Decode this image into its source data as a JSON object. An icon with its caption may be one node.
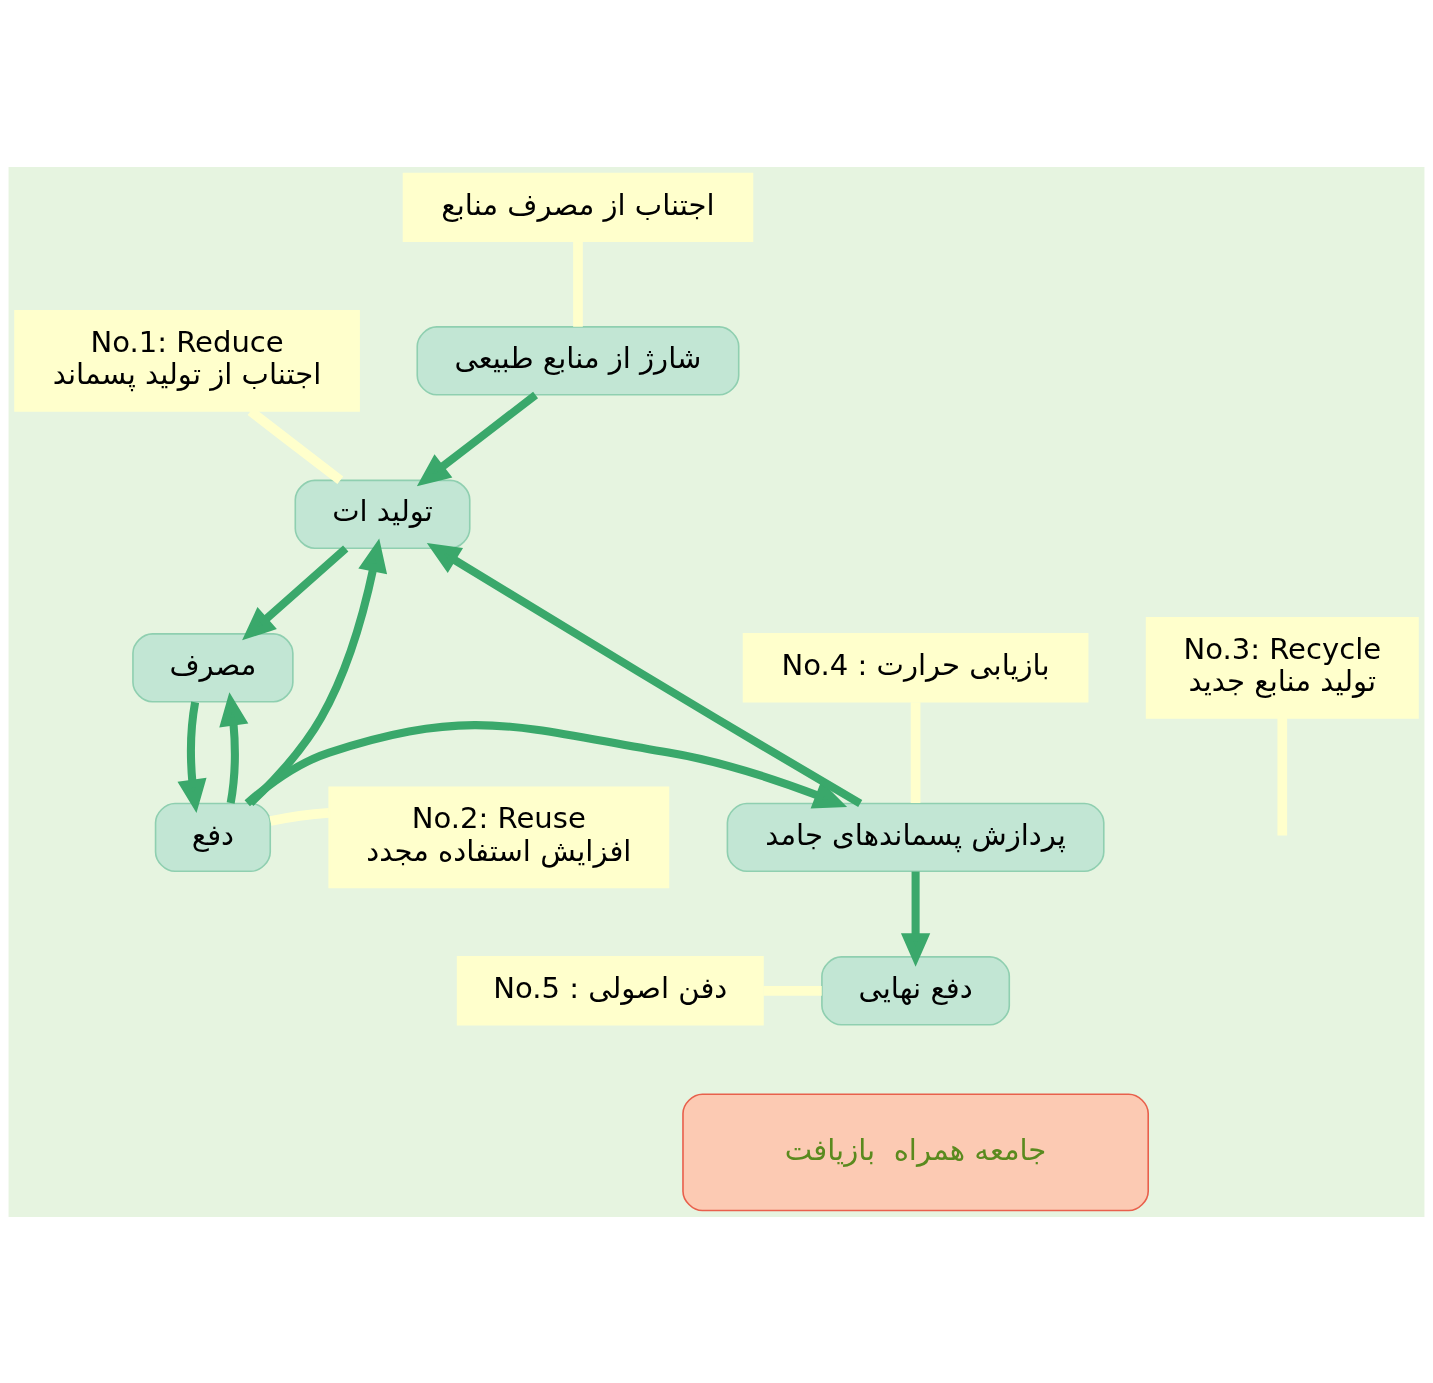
{
  "diagram": {
    "nodes": [
      {
        "text": [
          "No.1: Reduce",
          "اجتناب از تولید پسماند"
        ]
      },
      {
        "text": [
          "شارژ از منابع طبیعی"
        ]
      },
      {
        "text": [
          "تولید ات"
        ]
      },
      {
        "text": [
          "اجتناب از مصرف منابع"
        ]
      },
      {
        "text": [
          "No.3: Recycle",
          "تولید منابع جدید"
        ]
      },
      {
        "text": [
          "مصرف"
        ]
      },
      {
        "text": [
          "دفع"
        ]
      },
      {
        "text": [
          "پردازش پسماندهای جامد"
        ]
      },
      {
        "text": [
          "No.2: Reuse",
          "افزایش استفاده مجدد"
        ]
      },
      {
        "text": [
          "No.4 : بازیابی حرارت"
        ]
      },
      {
        "text": [
          "دفع نهایی"
        ]
      },
      {
        "text": [
          "No.5 : دفن اصولی"
        ]
      },
      {
        "text": [
          "جامعه همراه  بازیافت"
        ]
      }
    ],
    "edges": [
      {
        "from": 1,
        "to": 2,
        "arrow": "to"
      },
      {
        "from": 7,
        "to": 2,
        "arrow": "to"
      },
      {
        "from": 2,
        "to": 5,
        "arrow": "to"
      },
      {
        "from": 5,
        "to": 6,
        "arrow": "to"
      },
      {
        "from": 6,
        "to": 5,
        "arrow": "to"
      },
      {
        "from": 6,
        "to": 2,
        "arrow": "to"
      },
      {
        "from": 6,
        "to": 7,
        "arrow": "to"
      },
      {
        "from": 7,
        "to": 10,
        "arrow": "to"
      },
      {
        "from": 0,
        "to": 2,
        "arrow": "none",
        "color": "#ffffcc"
      },
      {
        "from": 3,
        "to": 1,
        "arrow": "none",
        "color": "#ffffcc"
      },
      {
        "from": 4,
        "to": null,
        "arrow": "none",
        "color": "#ffffcc"
      },
      {
        "from": 8,
        "to": 6,
        "arrow": "none",
        "color": "#ffffcc"
      },
      {
        "from": 9,
        "to": 7,
        "arrow": "none",
        "color": "#ffffcc"
      },
      {
        "from": 11,
        "to": 10,
        "arrow": "none",
        "color": "#ffffcc"
      }
    ]
  }
}
